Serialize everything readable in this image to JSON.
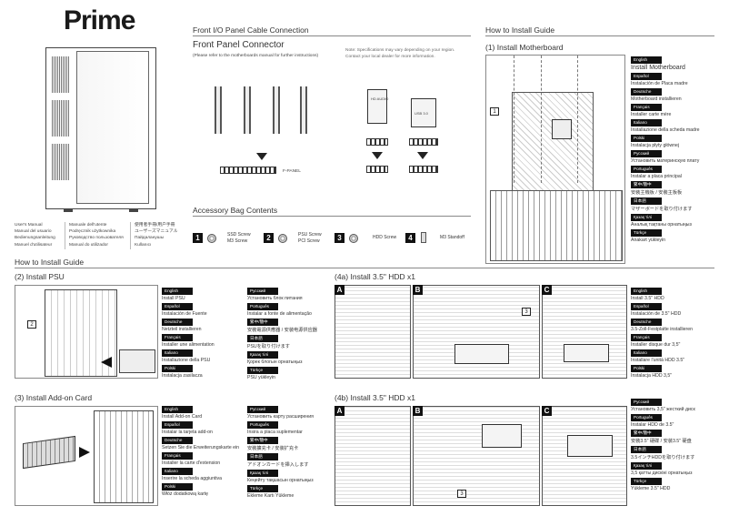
{
  "brand": "Prime",
  "manual_langs": [
    "User's Manual\nManual del usuario\nBedienungsanleitung\nManuel d'utilisateur",
    "Manuale dell'utente\nPodręcznik użytkownika\nРуководство пользователя\nManual do utilizador",
    "使用者手冊/用户手冊\nユーザーズマニュアル\nПайдаланушы\nKullanıcı"
  ],
  "front_io": {
    "heading": "Front I/O Panel Cable Connection",
    "connector_title": "Front Panel Connector",
    "connector_sub": "(Please refer to the motherboards manual for further instructions)",
    "note": "Note: Specifications may vary depending on your region.\nContact your local dealer for more information.",
    "fpanel_label": "F-PANEL",
    "hd_audio": "HD AUDIO",
    "usb": "USB 3.0"
  },
  "accessory": {
    "heading": "Accessory Bag Contents",
    "items": [
      {
        "num": "1",
        "text": "SSD Screw\nM3 Screw"
      },
      {
        "num": "2",
        "text": "PSU Screw\nPCI Screw"
      },
      {
        "num": "3",
        "text": "HDD Screw"
      },
      {
        "num": "4",
        "text": "M3 Standoff"
      }
    ]
  },
  "install_guide_heading": "How to Install Guide",
  "install_guide_heading2": "How to Install Guide",
  "mb": {
    "title": "(1) Install Motherboard",
    "callout": "1",
    "langs": [
      {
        "lang": "English",
        "text": "Install Motherboard"
      },
      {
        "lang": "Español",
        "text": "Instalación de Placa madre"
      },
      {
        "lang": "Deutsche",
        "text": "Motherboard installieren"
      },
      {
        "lang": "Français",
        "text": "Installer carte mère"
      },
      {
        "lang": "Italiano",
        "text": "Installazione della scheda madre"
      },
      {
        "lang": "Polski",
        "text": "Instalacja płyty głównej"
      },
      {
        "lang": "Русский",
        "text": "Установить материнскую плату"
      },
      {
        "lang": "Português",
        "text": "Instalar a placa principal"
      },
      {
        "lang": "繁中/簡中",
        "text": "安裝主機板 / 安裝主板板"
      },
      {
        "lang": "日本語",
        "text": "マザーボードを取り付けます"
      },
      {
        "lang": "Қазақ тілі",
        "text": "Аналық тақтаны орнатыңыз"
      },
      {
        "lang": "Türkçe",
        "text": "Anakart yükleyin"
      }
    ]
  },
  "psu": {
    "title": "(2) Install PSU",
    "callout": "2",
    "col1": [
      {
        "lang": "English",
        "text": "Install PSU"
      },
      {
        "lang": "Español",
        "text": "Instalación de Fuente"
      },
      {
        "lang": "Deutsche",
        "text": "Netzteil installieren"
      },
      {
        "lang": "Français",
        "text": "Installer une alimentation"
      },
      {
        "lang": "Italiano",
        "text": "Installazione della PSU"
      },
      {
        "lang": "Polski",
        "text": "Instalacja zasilacza"
      }
    ],
    "col2": [
      {
        "lang": "Русский",
        "text": "Установить блок питания"
      },
      {
        "lang": "Português",
        "text": "Instalar a fonte de alimentação"
      },
      {
        "lang": "繁中/簡中",
        "text": "安裝電源供應器 / 安装电源供应器"
      },
      {
        "lang": "日本語",
        "text": "PSUを取り付けます"
      },
      {
        "lang": "Қазақ тілі",
        "text": "Қорек блогын орнатыңыз"
      },
      {
        "lang": "Türkçe",
        "text": "PSU yükleyin"
      }
    ]
  },
  "addon": {
    "title": "(3) Install Add-on Card",
    "col1": [
      {
        "lang": "English",
        "text": "Install Add-on Card"
      },
      {
        "lang": "Español",
        "text": "Instalar la tarjeta add-on"
      },
      {
        "lang": "Deutsche",
        "text": "Setzen Sie die Erweiterungskarte ein"
      },
      {
        "lang": "Français",
        "text": "Installer la carte d'extension"
      },
      {
        "lang": "Italiano",
        "text": "Inserire la scheda aggiuntiva"
      },
      {
        "lang": "Polski",
        "text": "Włóż dodatkową kartę"
      }
    ],
    "col2": [
      {
        "lang": "Русский",
        "text": "Установить карту расширения"
      },
      {
        "lang": "Português",
        "text": "Insira a placa suplementar"
      },
      {
        "lang": "繁中/簡中",
        "text": "安裝擴充卡 / 安装扩充卡"
      },
      {
        "lang": "日本語",
        "text": "アドオンカードを挿入します"
      },
      {
        "lang": "Қазақ тілі",
        "text": "Кеңейту тақшасын орнатыңыз"
      },
      {
        "lang": "Türkçe",
        "text": "Ekleme Kartı Yükleme"
      }
    ]
  },
  "hdd_a": {
    "title": "(4a) Install 3.5\" HDD x1",
    "panels": [
      "A",
      "B",
      "C"
    ],
    "callout": "3",
    "langs": [
      {
        "lang": "English",
        "text": "Install 3.5\" HDD"
      },
      {
        "lang": "Español",
        "text": "Instalación de 3.5\" HDD"
      },
      {
        "lang": "Deutsche",
        "text": "3.5-Zoll-Festplatte installieren"
      },
      {
        "lang": "Français",
        "text": "Installer disque dur 3,5\""
      },
      {
        "lang": "Italiano",
        "text": "Installare l'unità HDD 3.5\""
      },
      {
        "lang": "Polski",
        "text": "Instalacja HDD 3,5\""
      }
    ]
  },
  "hdd_b": {
    "title": "(4b) Install 3.5\" HDD x1",
    "panels": [
      "A",
      "B",
      "C"
    ],
    "callout": "3",
    "langs": [
      {
        "lang": "Русский",
        "text": "Установить 3,5\" жесткий диск"
      },
      {
        "lang": "Português",
        "text": "Instalar HDD de 3.5\""
      },
      {
        "lang": "繁中/簡中",
        "text": "安裝3.5\" 硬碟 / 安装3.5\" 硬盘"
      },
      {
        "lang": "日本語",
        "text": "3.5インチHDDを取り付けます"
      },
      {
        "lang": "Қазақ тілі",
        "text": "3,5 қатты дискіні орнатыңыз"
      },
      {
        "lang": "Türkçe",
        "text": "Yükleme 3.5\" HDD"
      }
    ]
  }
}
